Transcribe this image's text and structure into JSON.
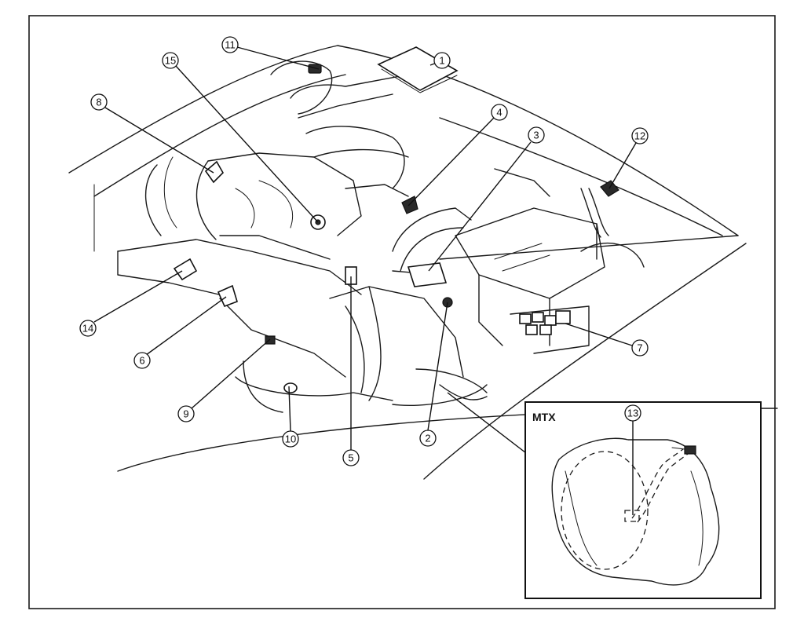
{
  "callouts": [
    {
      "id": "c1",
      "label": "1"
    },
    {
      "id": "c2",
      "label": "2"
    },
    {
      "id": "c3",
      "label": "3"
    },
    {
      "id": "c4",
      "label": "4"
    },
    {
      "id": "c5",
      "label": "5"
    },
    {
      "id": "c6",
      "label": "6"
    },
    {
      "id": "c7",
      "label": "7"
    },
    {
      "id": "c8",
      "label": "8"
    },
    {
      "id": "c9",
      "label": "9"
    },
    {
      "id": "c10",
      "label": "10"
    },
    {
      "id": "c11",
      "label": "11"
    },
    {
      "id": "c12",
      "label": "12"
    },
    {
      "id": "c13",
      "label": "13"
    },
    {
      "id": "c14",
      "label": "14"
    },
    {
      "id": "c15",
      "label": "15"
    }
  ],
  "inset": {
    "label": "MTX"
  }
}
